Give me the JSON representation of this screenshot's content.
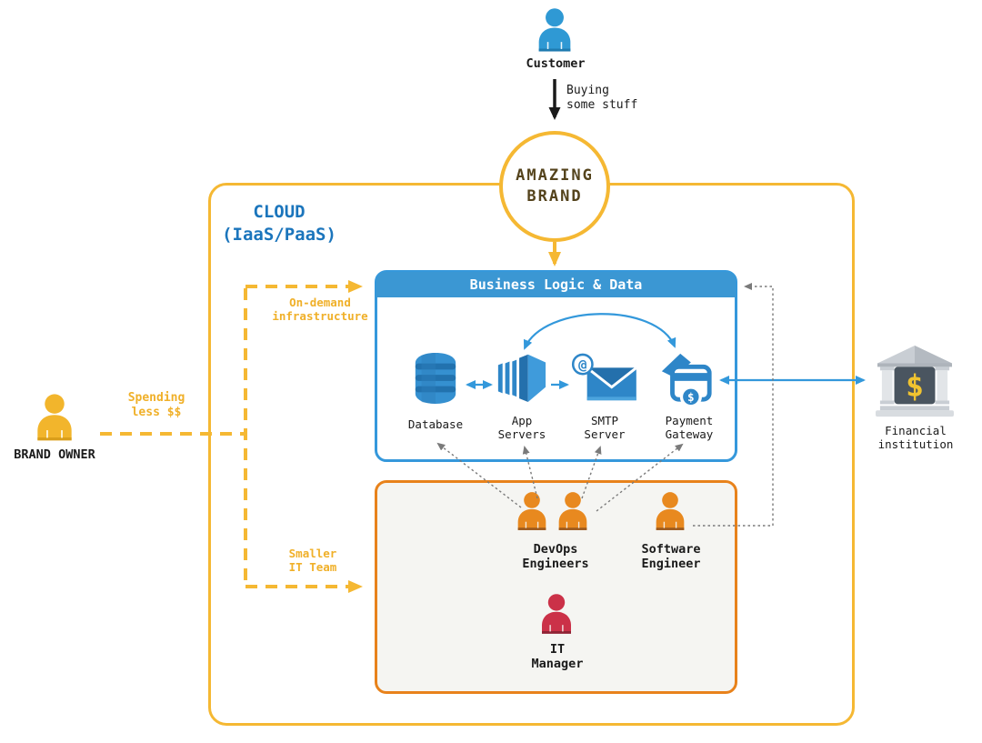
{
  "colors": {
    "yellow_accent": "#F5B833",
    "blue_fill": "#2E86C8",
    "blue_box_border": "#3598DB",
    "blue_header": "#3B97D3",
    "cloud_title_blue": "#1B75BC",
    "orange_box_border": "#E8821B",
    "person_blue": "#2F99D4",
    "person_yellow": "#F2B52C",
    "person_orange": "#E8891F",
    "person_red": "#CB3148",
    "brand_circle_text": "#54431C",
    "dotted_gray": "#7A7A7A",
    "bank_panel": "#4A5560",
    "bank_dollar_gold": "#F0B429",
    "text_dark": "#1A1A1A"
  },
  "actors": {
    "customer": {
      "label": "Customer"
    },
    "brand_owner": {
      "label": "BRAND OWNER"
    },
    "devops": {
      "label": "DevOps\nEngineers"
    },
    "software_engineer": {
      "label": "Software\nEngineer"
    },
    "it_manager": {
      "label": "IT\nManager"
    },
    "financial_institution": {
      "label": "Financial\ninstitution"
    }
  },
  "cloud": {
    "title": "CLOUD\n(IaaS/PaaS)",
    "brand_circle_label": "AMAZING\nBRAND",
    "business_box": {
      "header": "Business Logic & Data",
      "components": [
        {
          "label": "Database"
        },
        {
          "label": "App\nServers"
        },
        {
          "label": "SMTP\nServer"
        },
        {
          "label": "Payment\nGateway"
        }
      ]
    }
  },
  "annotations": {
    "buying": "Buying\nsome stuff",
    "spending": "Spending\nless $$",
    "on_demand": "On-demand\ninfrastructure",
    "smaller_team": "Smaller\nIT Team"
  },
  "glyphs": {
    "at_sign": "@",
    "dollar": "$"
  }
}
